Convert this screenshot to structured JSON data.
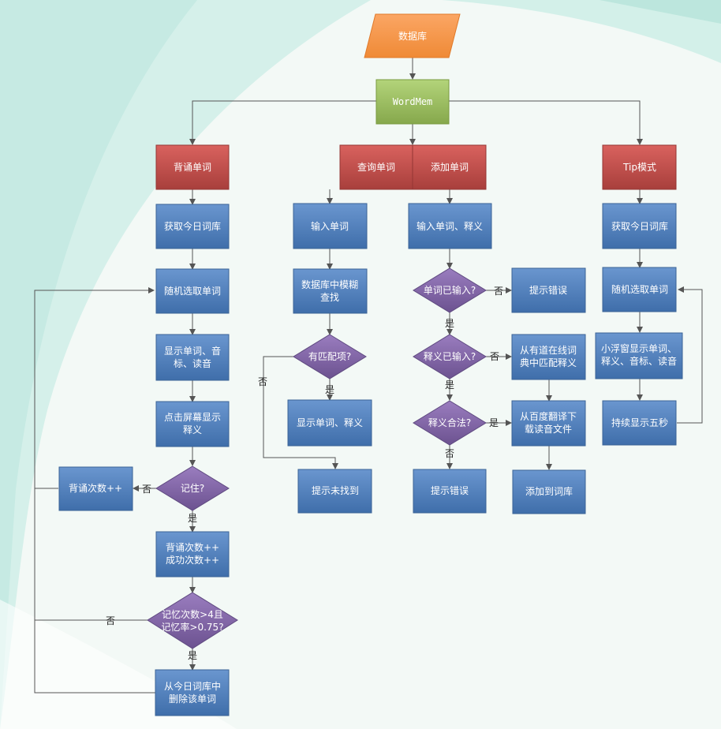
{
  "colors": {
    "db": "#f79646",
    "root": "#9bbb59",
    "mode": "#c0504d",
    "step": "#4f81bd",
    "decision": "#8064a2",
    "line": "#555555"
  },
  "nodes": {
    "db": "数据库",
    "root": "WordMem",
    "mode_recite": "背诵单词",
    "mode_query": "查询单词",
    "mode_add": "添加单词",
    "mode_tip": "Tip模式",
    "r_get": "获取今日词库",
    "r_random": "随机选取单词",
    "r_show": [
      "显示单词、音",
      "标、读音"
    ],
    "r_click": [
      "点击屏幕显示",
      "释义"
    ],
    "r_remember": "记住?",
    "r_count": "背诵次数++",
    "r_counts": [
      "背诵次数++",
      "成功次数++"
    ],
    "r_check": [
      "记忆次数>4且",
      "记忆率>0.75?"
    ],
    "r_delete": [
      "从今日词库中",
      "删除该单词"
    ],
    "q_input": "输入单词",
    "q_search": [
      "数据库中模糊",
      "查找"
    ],
    "q_match": "有匹配项?",
    "q_show": "显示单词、释义",
    "q_notfound": "提示未找到",
    "a_input": "输入单词、释义",
    "a_word": "单词已输入?",
    "a_err1": "提示错误",
    "a_meaning": "释义已输入?",
    "a_youdao": [
      "从有道在线词",
      "典中匹配释义"
    ],
    "a_valid": "释义合法?",
    "a_baidu": [
      "从百度翻译下",
      "载读音文件"
    ],
    "a_err2": "提示错误",
    "a_save": "添加到词库",
    "t_get": "获取今日词库",
    "t_random": "随机选取单词",
    "t_float": [
      "小浮窗显示单词、",
      "释义、音标、读音"
    ],
    "t_five": "持续显示五秒"
  },
  "labels": {
    "yes": "是",
    "no": "否"
  }
}
